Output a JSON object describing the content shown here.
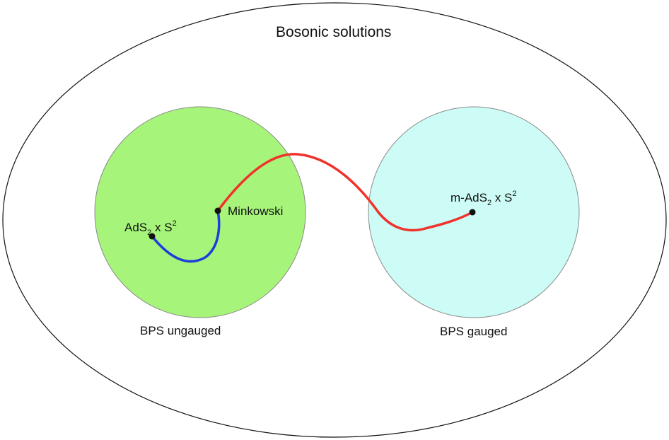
{
  "outer_region": {
    "label": "Bosonic solutions"
  },
  "regions": [
    {
      "id": "ungauged",
      "label": "BPS ungauged",
      "fill": "#a6f57a"
    },
    {
      "id": "gauged",
      "label": "BPS gauged",
      "fill": "#ccfcf5"
    }
  ],
  "points": {
    "ads": {
      "pre": "AdS",
      "sub": "2",
      "mid": " x S",
      "sup": "2"
    },
    "minkowski": {
      "label": "Minkowski"
    },
    "m_ads": {
      "pre": "m-AdS",
      "sub": "2",
      "mid": " x S",
      "sup": "2"
    }
  },
  "colors": {
    "blue_path": "#1f3ddb",
    "red_path": "#f0322c",
    "outline": "#111111"
  }
}
